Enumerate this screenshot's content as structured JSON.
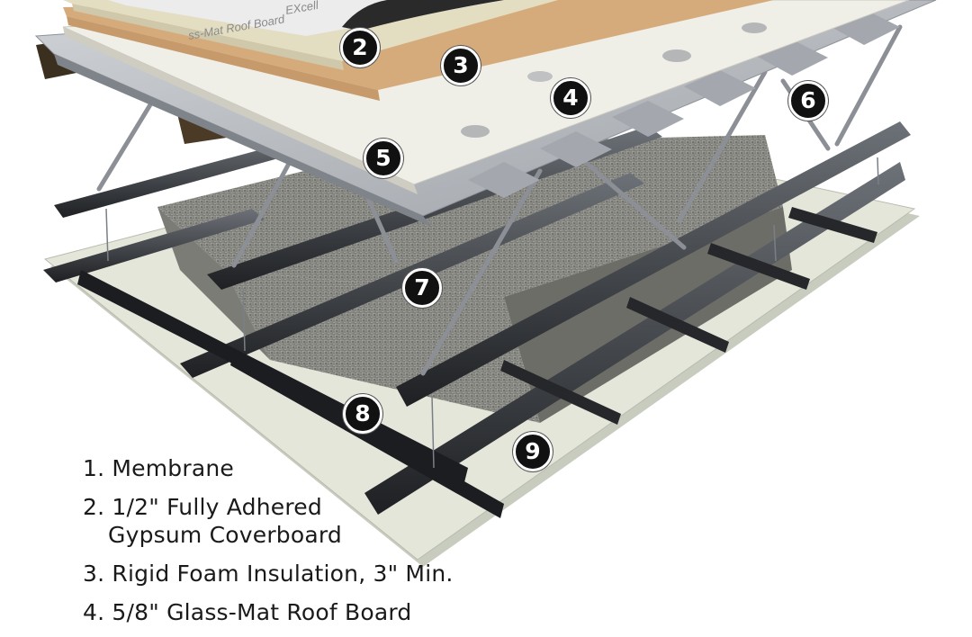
{
  "diagram": {
    "board_label_top": "EXcell",
    "board_label_sub": "ss-Mat Roof Board",
    "markers": [
      "2",
      "3",
      "4",
      "5",
      "6",
      "7",
      "8",
      "9"
    ],
    "legend": [
      {
        "line1": "1. Membrane",
        "line2": ""
      },
      {
        "line1": "2. 1/2\" Fully Adhered",
        "line2": "Gypsum Coverboard"
      },
      {
        "line1": "3. Rigid Foam Insulation, 3\" Min.",
        "line2": ""
      },
      {
        "line1": "4. 5/8\" Glass-Mat Roof Board",
        "line2": ""
      }
    ],
    "colors": {
      "membrane": "#ececec",
      "coverboard": "#e3ddc2",
      "foam": "#d6ab7c",
      "roof_board": "#f0efe7",
      "deck": "#b9bcc0",
      "insulation": "#8a8a86",
      "ceiling_board": "#e4e6da",
      "steel": "#2f3135"
    }
  }
}
